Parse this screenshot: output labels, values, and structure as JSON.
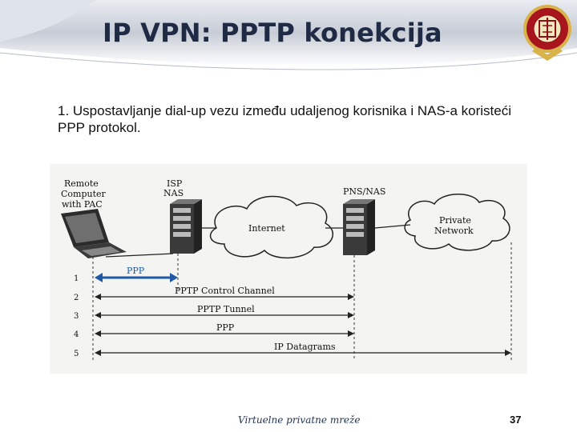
{
  "slide": {
    "title": "IP VPN: PPTP konekcija",
    "body": "1. Uspostavljanje dial-up vezu između udaljenog korisnika i NAS-a koristeći PPP protokol.",
    "footer": "Virtuelne privatne mreže",
    "page_number": "37"
  },
  "diagram": {
    "nodes": {
      "remote": "Remote\nComputer\nwith PAC",
      "isp": "ISP\nNAS",
      "pns": "PNS/NAS",
      "internet": "Internet",
      "private": "Private\nNetwork"
    },
    "rows": [
      {
        "num": "1",
        "label": "PPP"
      },
      {
        "num": "2",
        "label": "PPTP Control Channel"
      },
      {
        "num": "3",
        "label": "PPTP Tunnel"
      },
      {
        "num": "4",
        "label": "PPP"
      },
      {
        "num": "5",
        "label": "IP Datagrams"
      }
    ]
  },
  "colors": {
    "title": "#1f2a44",
    "accent_blue": "#1e5aa8",
    "band": "#c9ced8",
    "logo_red": "#a8151c",
    "logo_gold": "#d8b24a"
  }
}
